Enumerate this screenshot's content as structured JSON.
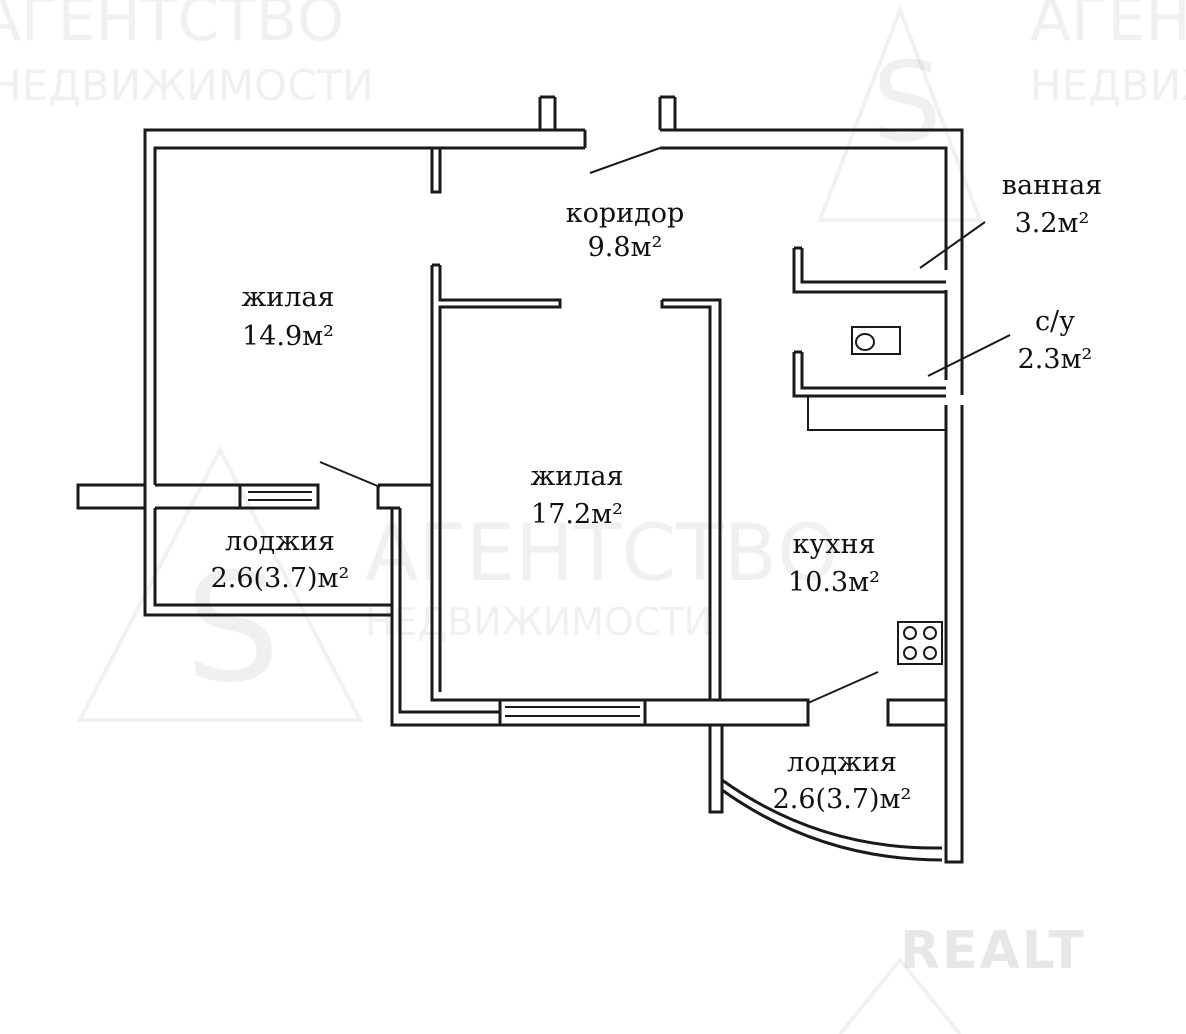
{
  "rooms": {
    "corridor": {
      "name": "коридор",
      "area": "9.8м²"
    },
    "bath": {
      "name": "ванная",
      "area": "3.2м²"
    },
    "toilet": {
      "name": "с/у",
      "area": "2.3м²"
    },
    "living1": {
      "name": "жилая",
      "area": "14.9м²"
    },
    "living2": {
      "name": "жилая",
      "area": "17.2м²"
    },
    "kitchen": {
      "name": "кухня",
      "area": "10.3м²"
    },
    "loggia1": {
      "name": "лоджия",
      "area": "2.6(3.7)м²"
    },
    "loggia2": {
      "name": "лоджия",
      "area": "2.6(3.7)м²"
    }
  },
  "watermark": {
    "line1": "АГЕНТСТВО",
    "line2": "НЕДВИЖИМОСТИ",
    "monogram": "S",
    "brand": "REALT"
  },
  "colors": {
    "line": "#1a1a1a",
    "background": "#ffffff"
  }
}
